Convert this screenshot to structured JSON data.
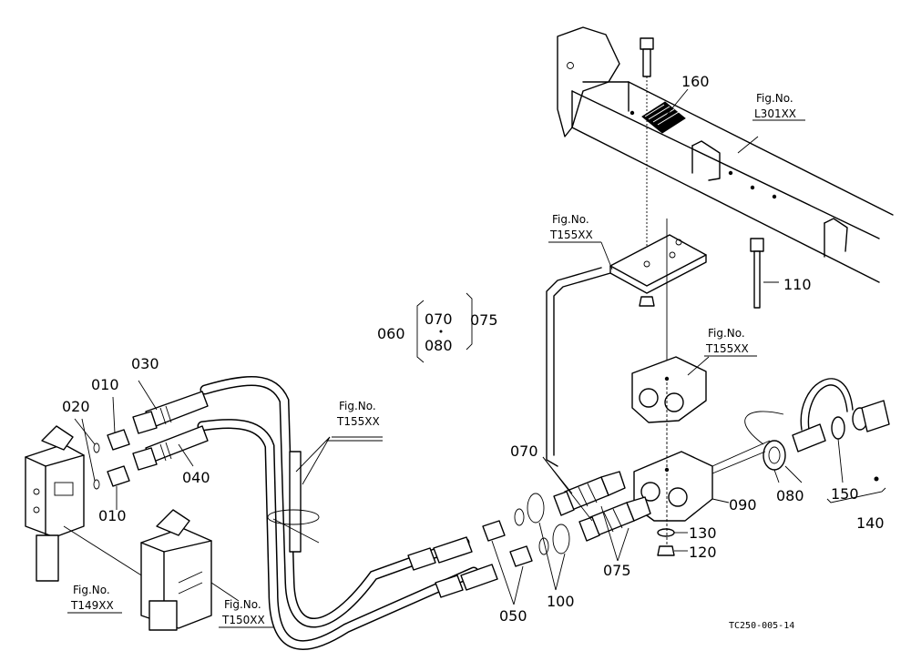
{
  "labels": {
    "p160": "160",
    "p110": "110",
    "p060": "060",
    "p070_bracket": "070",
    "p080_bracket": "080",
    "p075_bracket": "075",
    "p030": "030",
    "p010_top": "010",
    "p020": "020",
    "p010_bottom": "010",
    "p040": "040",
    "p070": "070",
    "p090": "090",
    "p080": "080",
    "p150": "150",
    "p140": "140",
    "p130": "130",
    "p120": "120",
    "p075": "075",
    "p100": "100",
    "p050": "050"
  },
  "figures": {
    "l301": {
      "title": "Fig.No.",
      "code": "L301XX"
    },
    "t155_plate": {
      "title": "Fig.No.",
      "code": "T155XX"
    },
    "t155_block": {
      "title": "Fig.No.",
      "code": "T155XX"
    },
    "t155_clamp": {
      "title": "Fig.No.",
      "code": "T155XX"
    },
    "t149": {
      "title": "Fig.No.",
      "code": "T149XX"
    },
    "t150": {
      "title": "Fig.No.",
      "code": "T150XX"
    }
  },
  "drawing_code": "TC250-005-14"
}
